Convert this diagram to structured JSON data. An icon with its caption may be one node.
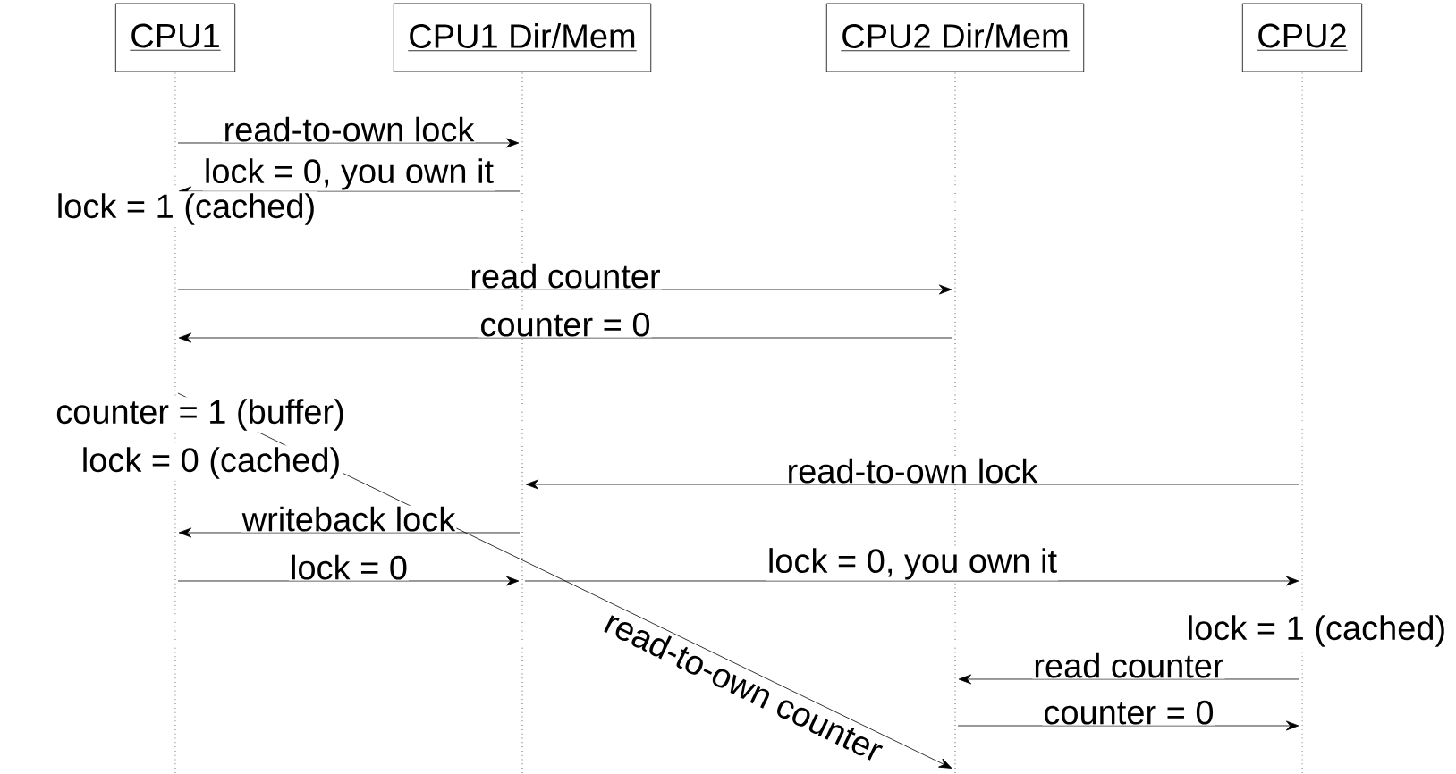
{
  "diagram": {
    "nodes": [
      {
        "text": [
          "CPU1"
        ]
      },
      {
        "text": [
          "CPU1 Dir/Mem"
        ]
      },
      {
        "text": [
          "CPU2 Dir/Mem"
        ]
      },
      {
        "text": [
          "CPU2"
        ]
      },
      {
        "text": [],
        "shape": "line"
      },
      {
        "text": [],
        "shape": "line"
      },
      {
        "text": [],
        "shape": "line"
      },
      {
        "text": [],
        "shape": "line"
      }
    ],
    "edges": [
      {
        "from": 4,
        "to": 5,
        "arrow": "to",
        "label": "read-to-own lock"
      },
      {
        "from": 5,
        "to": 4,
        "arrow": "to",
        "label": "lock = 0, you own it"
      },
      {
        "from": 4,
        "to": 6,
        "arrow": "to",
        "label": "read counter"
      },
      {
        "from": 6,
        "to": 4,
        "arrow": "to",
        "label": "counter = 0"
      },
      {
        "from": 4,
        "to": 6,
        "arrow": "to",
        "label": "read-to-own counter"
      },
      {
        "from": 7,
        "to": 5,
        "arrow": "to",
        "label": "read-to-own lock"
      },
      {
        "from": 5,
        "to": 4,
        "arrow": "to",
        "label": "writeback lock"
      },
      {
        "from": 4,
        "to": 5,
        "arrow": "to",
        "label": "lock = 0"
      },
      {
        "from": 5,
        "to": 7,
        "arrow": "to",
        "label": "lock = 0, you own it"
      },
      {
        "from": 7,
        "to": 6,
        "arrow": "to",
        "label": "read counter"
      },
      {
        "from": 6,
        "to": 7,
        "arrow": "to",
        "label": "counter = 0"
      }
    ],
    "labels": [
      "lock = 1 (cached)",
      "counter = 1 (buffer)",
      "lock = 0 (cached)",
      "lock = 1 (cached)"
    ]
  }
}
